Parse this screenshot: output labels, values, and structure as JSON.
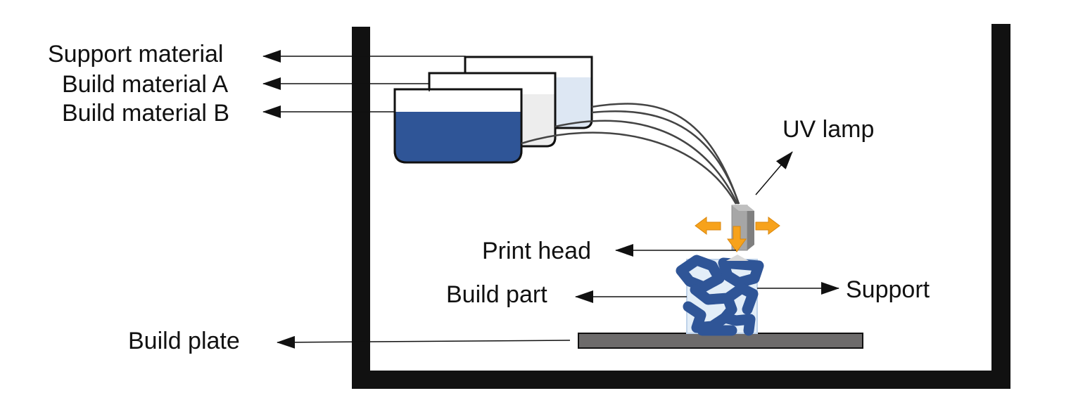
{
  "labels": {
    "support_material": "Support material",
    "build_material_a": "Build material A",
    "build_material_b": "Build material B",
    "uv_lamp": "UV lamp",
    "print_head": "Print head",
    "build_part": "Build part",
    "support": "Support",
    "build_plate": "Build plate"
  },
  "colors": {
    "enclosure": "#111111",
    "build_material_b": "#2f5597",
    "build_material_a": "#ededed",
    "support_material": "#dde7f3",
    "build_part": "#2f5597",
    "support": "#deebf7",
    "build_plate": "#6d6b6b",
    "print_head": "#a6a6a6",
    "motion_arrows": "#f7a21b",
    "label_arrows": "#111111"
  },
  "icons": {
    "motion": "orange-motion-arrows",
    "emission": "uv-emission-glow"
  }
}
